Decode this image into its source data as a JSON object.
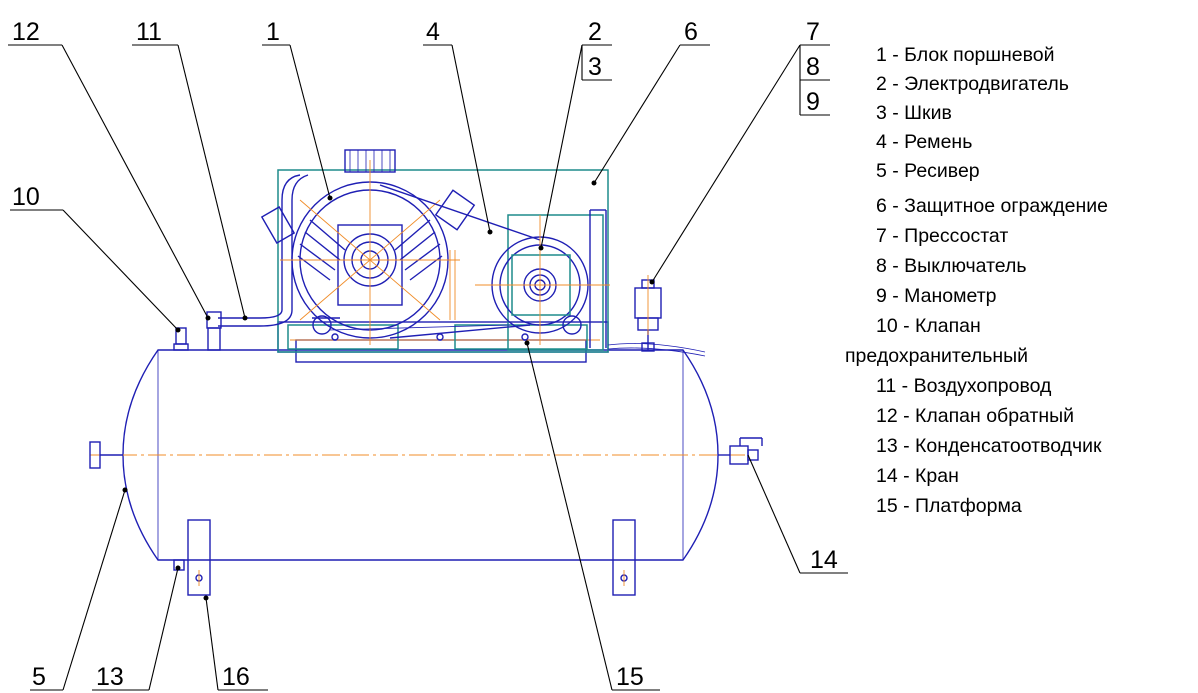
{
  "callouts": {
    "c1": "1",
    "c2": "2",
    "c3": "3",
    "c4": "4",
    "c5": "5",
    "c6": "6",
    "c7": "7",
    "c8": "8",
    "c9": "9",
    "c10": "10",
    "c11": "11",
    "c12": "12",
    "c13": "13",
    "c14": "14",
    "c15": "15",
    "c16": "16"
  },
  "legend": [
    "1 - Блок поршневой",
    "2 - Электродвигатель",
    "3 - Шкив",
    "4 - Ремень",
    "5 - Ресивер",
    "6 - Защитное ограждение",
    "7 - Прессостат",
    "8 - Выключатель",
    "9 - Манометр",
    "10 - Клапан",
    "предохранительный",
    "11 - Воздухопровод",
    "12 - Клапан обратный",
    "13 - Конденсатоотводчик",
    "14 - Кран",
    "15 - Платформа"
  ],
  "colors": {
    "outline": "#1f1fb4",
    "guard": "#1e8c8c",
    "centerline": "#f08c28",
    "leader": "#000000"
  }
}
